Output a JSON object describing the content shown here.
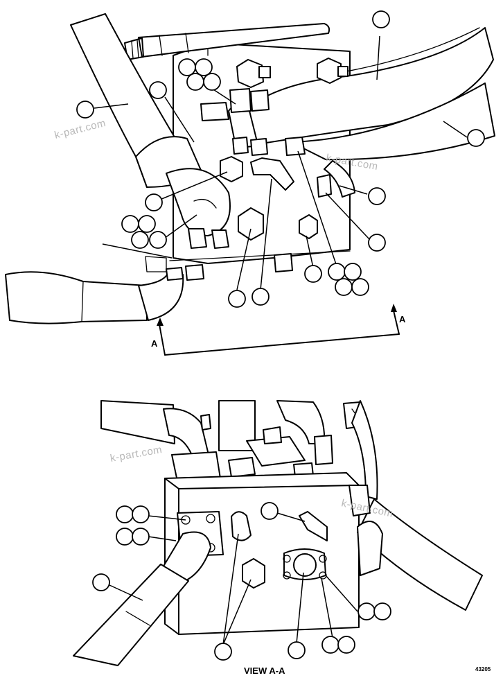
{
  "section_arrow_label": "A",
  "view_title": "VIEW A-A",
  "figure_number": "43205",
  "watermark_text": "k-part.com"
}
